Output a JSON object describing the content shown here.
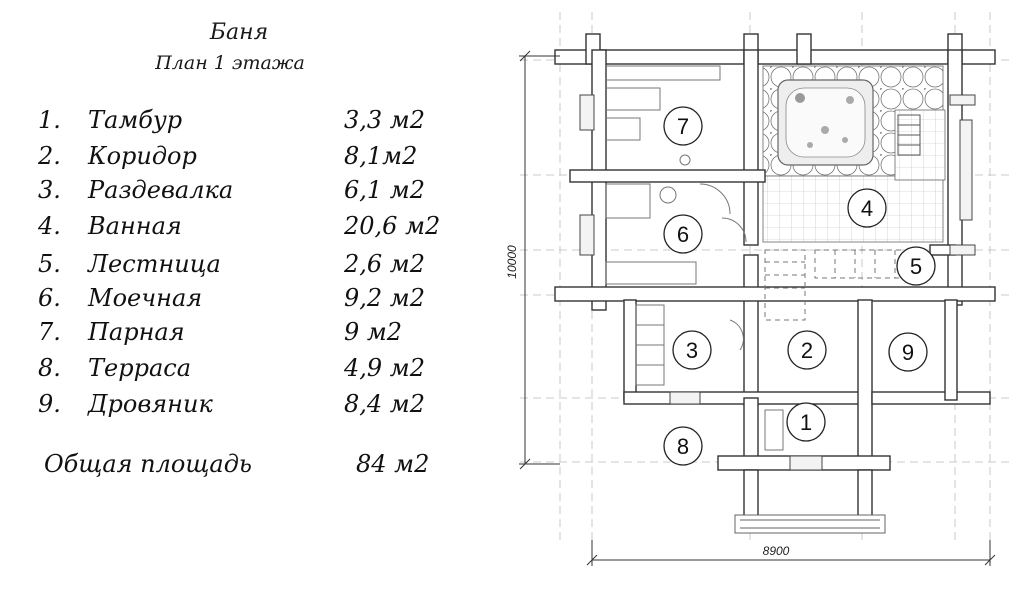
{
  "legend": {
    "title": "Баня",
    "subtitle": "План 1 этажа",
    "rooms": [
      {
        "num": "1.",
        "name": "Тамбур",
        "area": "3,3 м2"
      },
      {
        "num": "2.",
        "name": "Коридор",
        "area": "8,1м2"
      },
      {
        "num": "3.",
        "name": "Раздевалка",
        "area": "6,1 м2"
      },
      {
        "num": "4.",
        "name": "Ванная",
        "area": "20,6 м2"
      },
      {
        "num": "5.",
        "name": "Лестница",
        "area": "2,6 м2"
      },
      {
        "num": "6.",
        "name": "Моечная",
        "area": "9,2 м2"
      },
      {
        "num": "7.",
        "name": "Парная",
        "area": "9 м2"
      },
      {
        "num": "8.",
        "name": "Терраса",
        "area": "4,9 м2"
      },
      {
        "num": "9.",
        "name": "Дровяник",
        "area": "8,4 м2"
      }
    ],
    "total_label": "Общая площадь",
    "total_value": "84 м2"
  },
  "plan": {
    "dim_height": "10000",
    "dim_width": "8900",
    "room_labels": [
      "1",
      "2",
      "3",
      "4",
      "5",
      "6",
      "7",
      "8",
      "9"
    ]
  }
}
